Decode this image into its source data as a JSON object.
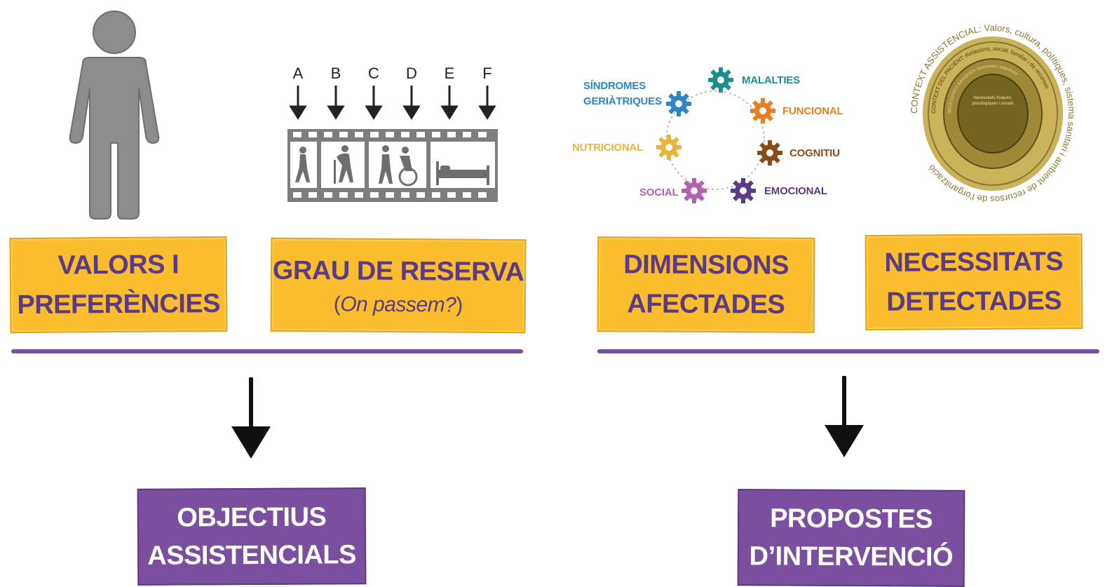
{
  "boxes": {
    "valors_line1": "VALORS I",
    "valors_line2": "PREFERÈNCIES",
    "grau_title": "GRAU DE RESERVA",
    "grau_sub_open": "(",
    "grau_sub_italic": "On passem?",
    "grau_sub_close": ")",
    "dimensions_line1": "DIMENSIONS",
    "dimensions_line2": "AFECTADES",
    "necessitats_line1": "NECESSITATS",
    "necessitats_line2": "DETECTADES"
  },
  "outcomes": {
    "objectius_line1": "OBJECTIUS",
    "objectius_line2": "ASSISTENCIALS",
    "propostes_line1": "PROPOSTES",
    "propostes_line2": "D’INTERVENCIÓ"
  },
  "reserve_letters": [
    "A",
    "B",
    "C",
    "D",
    "E",
    "F"
  ],
  "dimensions": [
    {
      "label_line1": "SÍNDROMES",
      "label_line2": "GERIÀTRIQUES",
      "color": "#2f86c6"
    },
    {
      "label": "MALALTIES",
      "color": "#1b8f8a"
    },
    {
      "label": "FUNCIONAL",
      "color": "#e87e22"
    },
    {
      "label": "COGNITIU",
      "color": "#8a4b17"
    },
    {
      "label": "EMOCIONAL",
      "color": "#5b3a86"
    },
    {
      "label": "SOCIAL",
      "color": "#b062b0"
    },
    {
      "label": "NUTRICIONAL",
      "color": "#e7b53a"
    }
  ],
  "context_ring": {
    "outer_text": "CONTEXT ASSISTENCIAL: Valors, cultura, polítiques, sistema sanitari i ambient de recursos de l'organització",
    "middle_text": "CONTEXT DEL PACIENT: Relacions, social, familiar i de recursos",
    "inner_text": "NECESSITATS BÀSIQUES: funcionals i cognitives",
    "center_text": "Necessitats físiques, psicològiques i socials"
  },
  "colors": {
    "yellow": "#f9bd2e",
    "purple": "#7a4fa0",
    "purple_text": "#5b3a86",
    "figure_gray": "#8c8c8c"
  }
}
